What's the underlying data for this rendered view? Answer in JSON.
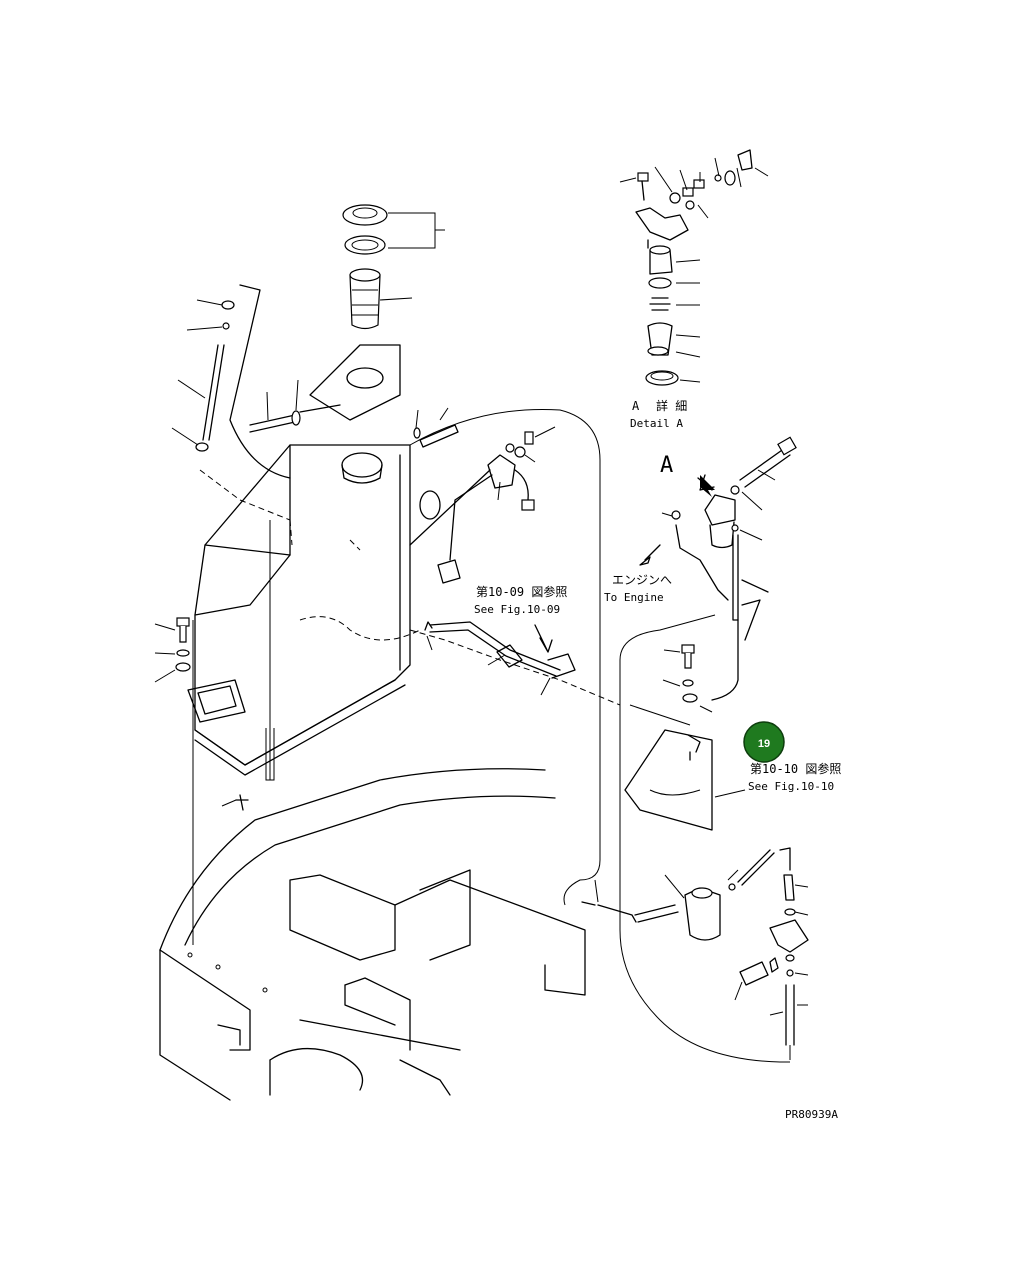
{
  "detail_label": {
    "letter": "A",
    "jp": "詳 細",
    "en": "Detail A"
  },
  "view_arrow_letter": "A",
  "to_engine": {
    "jp": "エンジンへ",
    "en": "To Engine"
  },
  "ref_fig_10_09": {
    "jp": "第10-09 図参照",
    "en": "See Fig.10-09"
  },
  "ref_fig_10_10": {
    "jp": "第10-10 図参照",
    "en": "See Fig.10-10"
  },
  "callout_badge": {
    "number": "19",
    "color": "#1f7a1f"
  },
  "drawing_code": "PR80939A"
}
